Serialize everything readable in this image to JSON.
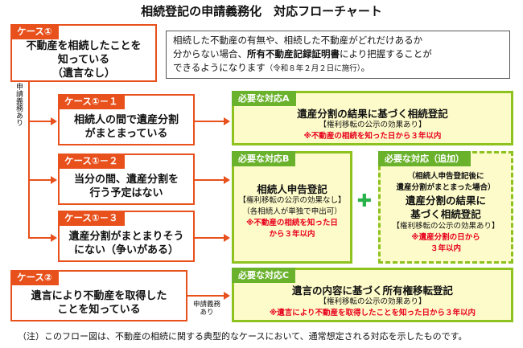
{
  "title": "相続登記の申請義務化　対応フローチャート",
  "case1": {
    "header": "ケース①",
    "line1": "不動産を相続したことを",
    "line2": "知っている",
    "line3": "（遺言なし）"
  },
  "info": {
    "part1": "相続した不動産の有無や、相続した不動産がどれだけあるか",
    "part2": "分からない場合、",
    "bold": "所有不動産記録証明書",
    "part3": "により把握することが",
    "part4": "できるようになります",
    "small": "（令和８年２月２日に施行）",
    "end": "。"
  },
  "side_label": "申請義務あり",
  "case1_1": {
    "header": "ケース①－１",
    "line1": "相続人の間で遺産分割",
    "line2": "がまとまっている"
  },
  "case1_2": {
    "header": "ケース①－２",
    "line1": "当分の間、遺産分割を",
    "line2": "行う予定はない"
  },
  "case1_3": {
    "header": "ケース①－３",
    "line1": "遺産分割がまとまりそう",
    "line2": "にない（争いがある）"
  },
  "case2": {
    "header": "ケース②",
    "line1": "遺言により不動産を取得した",
    "line2": "ことを知っている"
  },
  "case2_label": {
    "line1": "申請義務",
    "line2": "あり"
  },
  "actA": {
    "header": "必要な対応A",
    "main": "遺産分割の結果に基づく相続登記",
    "sub": "【権利移転の公示の効果あり】",
    "red": "※不動産の相続を知った日から３年以内"
  },
  "actB": {
    "header": "必要な対応B",
    "main": "相続人申告登記",
    "sub1": "【権利移転の公示の効果なし】",
    "sub2": "（各相続人が単独で申出可）",
    "red1": "※不動産の相続を知った日",
    "red2": "から３年以内"
  },
  "plus": "✚",
  "actAdd": {
    "header": "必要な対応（追加）",
    "cond1": "（相続人申告登記後に",
    "cond2": "遺産分割がまとまった場合）",
    "main1": "遺産分割の結果に",
    "main2": "基づく相続登記",
    "sub": "【権利移転の公示の効果あり】",
    "red1": "※遺産分割の日から",
    "red2": "３年以内"
  },
  "actC": {
    "header": "必要な対応C",
    "main": "遺言の内容に基づく所有権移転登記",
    "sub": "【権利移転の公示の効果あり】",
    "red": "※遺言により不動産を取得したことを知った日から３年以内"
  },
  "footnote": "（注）このフロー図は、不動産の相続に関する典型的なケースにおいて、通常想定される対応を示したものです。",
  "colors": {
    "orange": "#e8501c",
    "green": "#8dc21f",
    "yellow": "#fdfbc9",
    "red": "#e8001c"
  }
}
